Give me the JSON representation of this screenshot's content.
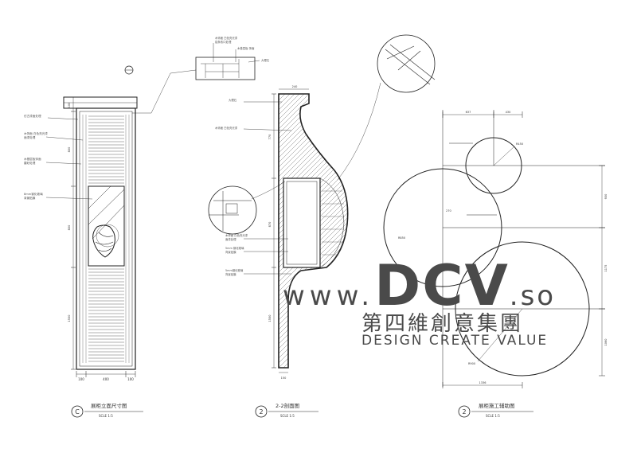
{
  "views": [
    {
      "id": "C",
      "title": "展柜立面尺寸图",
      "scale": "SCLE 1:5",
      "dims_bottom": [
        "100",
        "400",
        "100"
      ],
      "dims_left": [
        "100",
        "800",
        "800",
        "1500"
      ]
    },
    {
      "id": "2",
      "title": "2-2剖面图",
      "scale": "SCLE 1:5",
      "dims_top": [
        "240"
      ],
      "dims_left": [
        "770",
        "870",
        "1500"
      ],
      "dims_bottom": [
        "150"
      ]
    },
    {
      "id": "2",
      "title": "展柜施工辅助图",
      "scale": "SCLE 1:5",
      "dims_top": [
        "637",
        "430"
      ],
      "dims_right": [
        "930",
        "1175",
        "1060"
      ],
      "dims_bottom": [
        "1336"
      ],
      "radii": [
        "R450",
        "R850",
        "R900"
      ],
      "dims_inner": [
        "270"
      ]
    }
  ],
  "watermark": {
    "www": "www.",
    "brand": "DCV",
    "tld": ".so",
    "cn": "第四維創意集團",
    "en": "DESIGN CREATE VALUE"
  }
}
